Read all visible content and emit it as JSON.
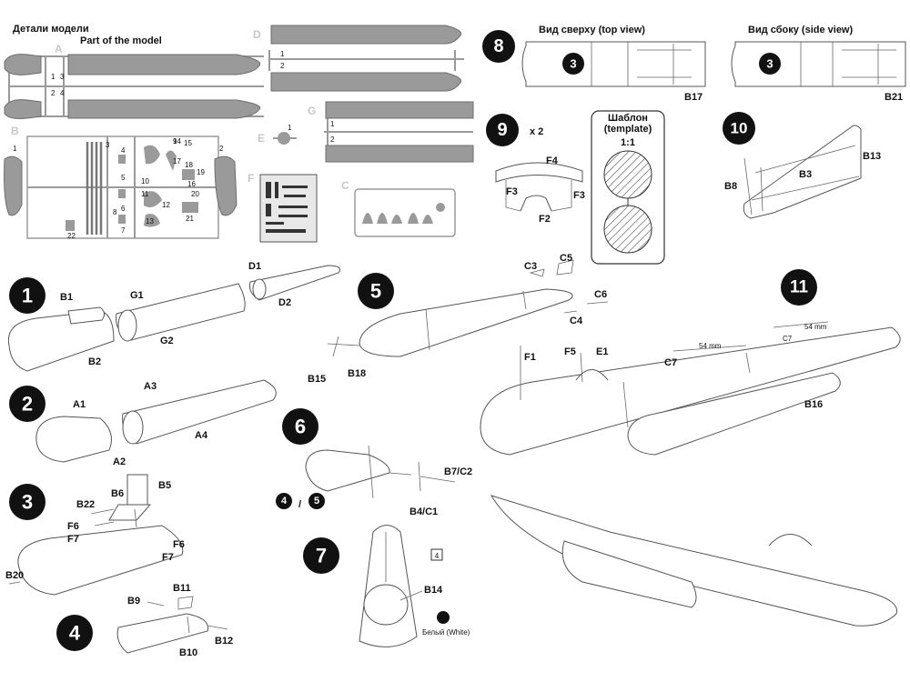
{
  "header": {
    "title_ru": "Детали модели",
    "title_en": "Part of the model"
  },
  "sprues": {
    "a": "A",
    "b": "B",
    "c": "C",
    "d": "D",
    "e": "E",
    "f": "F",
    "g": "G",
    "a_nums": [
      "1",
      "2",
      "3",
      "4"
    ],
    "d_nums": [
      "1",
      "2"
    ],
    "g_nums": [
      "1",
      "2"
    ],
    "b_nums": [
      "1",
      "2",
      "3",
      "4",
      "5",
      "6",
      "7",
      "8",
      "9",
      "10",
      "11",
      "12",
      "13",
      "14",
      "15",
      "16",
      "17",
      "18",
      "19",
      "20",
      "21",
      "22"
    ],
    "e_num": "1"
  },
  "steps": {
    "s1": {
      "num": "1",
      "labels": [
        "B1",
        "G1",
        "D1",
        "D2",
        "G2",
        "B2"
      ]
    },
    "s2": {
      "num": "2",
      "labels": [
        "A1",
        "A3",
        "A4",
        "A2"
      ]
    },
    "s3": {
      "num": "3",
      "labels": [
        "B5",
        "B6",
        "B22",
        "F6",
        "F7",
        "F6",
        "F7",
        "B20"
      ]
    },
    "s4": {
      "num": "4",
      "labels": [
        "B11",
        "B9",
        "B10",
        "B12"
      ]
    },
    "s5": {
      "num": "5",
      "labels": [
        "C3",
        "C5",
        "C6",
        "C4",
        "B15",
        "B18"
      ]
    },
    "s6": {
      "num": "6",
      "labels": [
        "B7/C2",
        "B4/C1"
      ],
      "sub_a": "4",
      "sub_b": "5",
      "slash": "/"
    },
    "s7": {
      "num": "7",
      "labels": [
        "B14"
      ],
      "box_num": "4",
      "white_label": "Белый (White)"
    },
    "s8": {
      "num": "8",
      "view_title": "Вид сверху (top view)",
      "sub": "3",
      "label": "B17"
    },
    "s8b": {
      "view_title": "Вид сбоку (side view)",
      "sub": "3",
      "label": "B21"
    },
    "s9": {
      "num": "9",
      "mult": "x 2",
      "labels": [
        "F4",
        "F3",
        "F3",
        "F2"
      ],
      "template_ru": "Шаблон",
      "template_en": "(template)",
      "scale": "1:1"
    },
    "s10": {
      "num": "10",
      "labels": [
        "B13",
        "B3",
        "B8"
      ]
    },
    "s11": {
      "num": "11",
      "labels": [
        "F1",
        "F5",
        "E1",
        "C7",
        "C7",
        "B16"
      ],
      "dim1": "54 mm",
      "dim2": "54 mm"
    }
  },
  "colors": {
    "sprue_grey": "#9a9a9a",
    "ink": "#111111",
    "step_badge": "#111111"
  }
}
